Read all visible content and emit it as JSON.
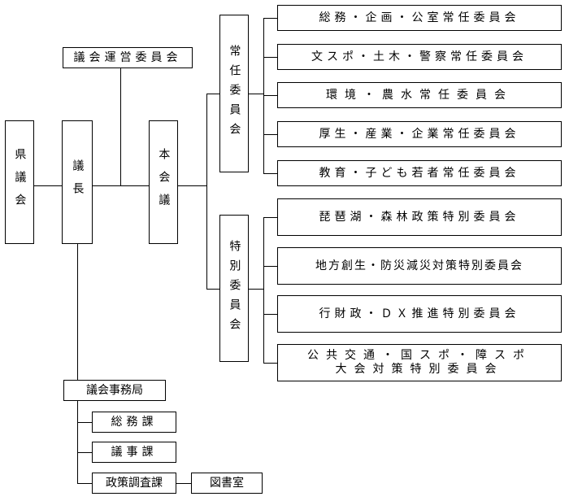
{
  "nodes": {
    "prefectural_assembly": "県議会",
    "speaker": "議長",
    "plenary": "本会議",
    "steering_committee": "議会運営委員会",
    "standing_committees": "常任委員会",
    "special_committees": "特別委員会",
    "secretariat": "議会事務局"
  },
  "standing": [
    "総務・企画・公室常任委員会",
    "文スポ・土木・警察常任委員会",
    "環境・農水常任委員会",
    "厚生・産業・企業常任委員会",
    "教育・子ども若者常任委員会"
  ],
  "special": [
    "琵琶湖・森林政策特別委員会",
    "地方創生・防災減災対策特別委員会",
    "行財政・ＤＸ推進特別委員会"
  ],
  "special_last": {
    "line1": "公共交通・国スポ・障スポ",
    "line2": "大会対策特別委員会"
  },
  "divisions": [
    "総務課",
    "議事課",
    "政策調査課"
  ],
  "library": "図書室"
}
